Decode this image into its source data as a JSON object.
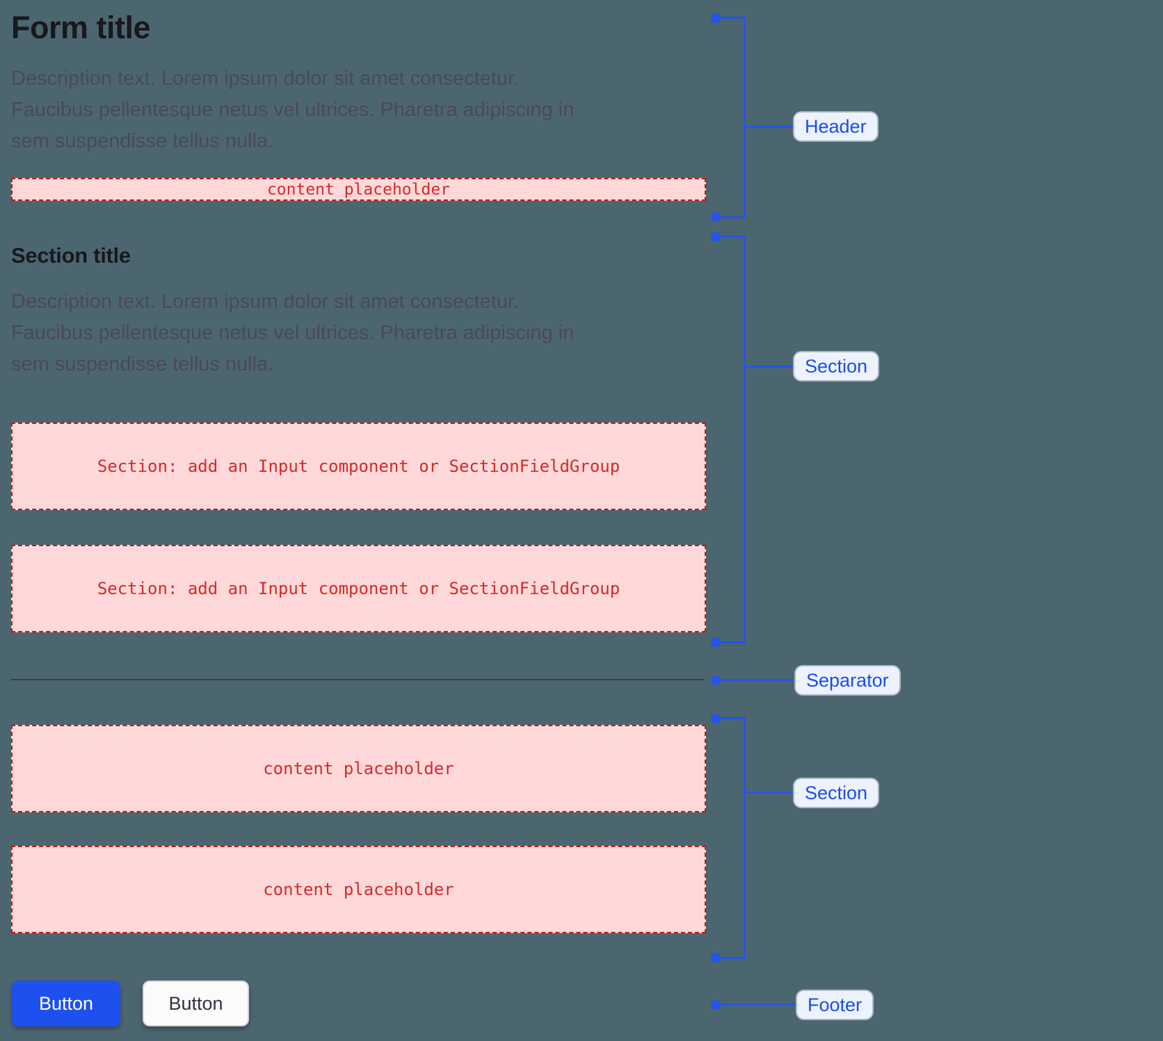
{
  "colors": {
    "page_bg": "#4c6670",
    "title_color": "#18181d",
    "desc_color": "#4a4a52",
    "placeholder_bg": "#ffd9d9",
    "placeholder_border": "#c61414",
    "placeholder_text": "#d42a2a",
    "separator_color": "#3c3c41",
    "accent_blue": "#2454ea",
    "label_bg": "#edf2ff",
    "label_text": "#1d4ce6",
    "primary_button_bg": "#1e50f0",
    "primary_button_text": "#ffffff",
    "secondary_button_bg": "#fbfbfc",
    "secondary_button_border": "#d6d6db",
    "secondary_button_text": "#2e3440"
  },
  "form": {
    "title": "Form title",
    "header": {
      "description": "Description text. Lorem ipsum dolor sit amet consectetur.\nFaucibus pellentesque netus vel ultrices. Pharetra adipiscing in\nsem suspendisse tellus nulla.",
      "placeholder": "content placeholder"
    },
    "section1": {
      "title": "Section title",
      "description": "Description text. Lorem ipsum dolor sit amet consectetur.\nFaucibus pellentesque netus vel ultrices. Pharetra adipiscing in\nsem suspendisse tellus nulla.",
      "placeholders": [
        "Section: add an Input component or SectionFieldGroup",
        "Section: add an Input component or SectionFieldGroup"
      ]
    },
    "section2": {
      "placeholders": [
        "content placeholder",
        "content placeholder"
      ]
    },
    "footer": {
      "primary_button_label": "Button",
      "secondary_button_label": "Button"
    }
  },
  "annotations": {
    "header_label": "Header",
    "section1_label": "Section",
    "separator_label": "Separator",
    "section2_label": "Section",
    "footer_label": "Footer"
  }
}
